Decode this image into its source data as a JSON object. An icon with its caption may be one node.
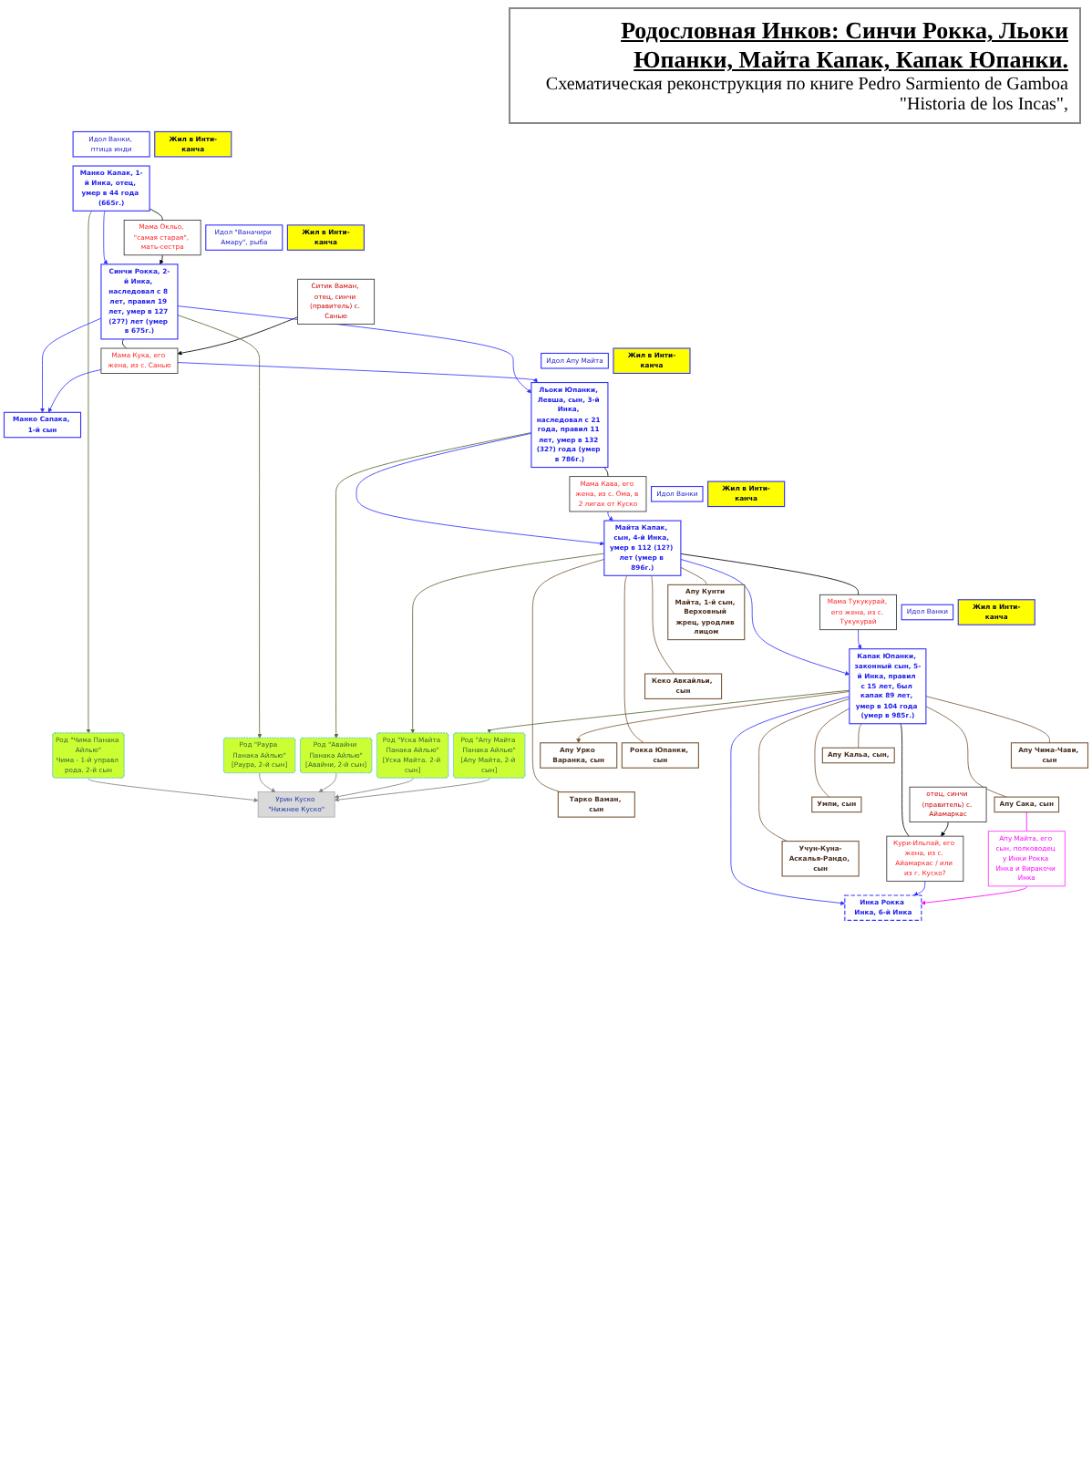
{
  "diagram": {
    "title": "Родословная Инков: Синчи Рокка, Льоки Юпанки, Майта Капак, Капак Юпанки.",
    "caption": "Схематическая реконструкция по книге Pedro Sarmiento de Gamboa \"Historia de los Incas\",",
    "nodes": [
      {
        "text": [
          "Урин Куско \"Нижнее Куско\""
        ]
      },
      {
        "text": [
          "Род \"Чима Панака Айлью\"",
          "Чима - 1-й управл рода. 2-й сын"
        ]
      },
      {
        "text": [
          "Идол Ванки, птица инди"
        ]
      },
      {
        "text": [
          "Жил в Инти-канча"
        ]
      },
      {
        "text": [
          "Манко Капак, 1-й Инка, отец, умер в 44 года (665г.)"
        ]
      },
      {
        "text": [
          "Мама Окльо, \"самая старая\", мать-сестра"
        ]
      },
      {
        "text": [
          "Идол \"Ваначири Амару\", рыба"
        ]
      },
      {
        "text": [
          "Род \"Раура Панака Айлью\"",
          "[Раура, 2-й сын]"
        ]
      },
      {
        "text": [
          "Жил в Инти-канча"
        ]
      },
      {
        "text": [
          "Синчи Рокка, 2-й Инка, наследовал с 8 лет, правил 19 лет, умер в 127 (27?) лет (умер в 675г.)"
        ]
      },
      {
        "text": [
          "Мама Кука, его жена, из с. Санью"
        ]
      },
      {
        "text": [
          "Ситик Ваман, отец, синчи (правитель) с. Санью"
        ]
      },
      {
        "text": [
          "Манко Сапака, 1-й сын"
        ]
      },
      {
        "text": [
          "Идол Апу Майта"
        ]
      },
      {
        "text": [
          "Род \"Авайни Панака Айлью\"",
          "[Авайни, 2-й сын]"
        ]
      },
      {
        "text": [
          "Жил в Инти-канча"
        ]
      },
      {
        "text": [
          "Льоки Юпанки, Левша, сын, 3-й Инка, наследовал с 21 года, правил 11 лет, умер в 132 (32?) года (умер в 786г.)"
        ]
      },
      {
        "text": [
          "Мама Кава, его жена, из с. Ома, в 2 лигах от Куско"
        ]
      },
      {
        "text": [
          "Идол Ванки"
        ]
      },
      {
        "text": [
          "Род \"Уска Майта Панака Айлью\"",
          "[Уска Майта. 2-й сын]"
        ]
      },
      {
        "text": [
          "Жил в Инти-канча"
        ]
      },
      {
        "text": [
          "Майта Капак, сын, 4-й Инка, умер в 112 (12?) лет (умер в 896г.)"
        ]
      },
      {
        "text": [
          "Мама Тукукурай, его жена, из с. Тукукурай"
        ]
      },
      {
        "text": [
          "Апу Кунти Майта, 1-й сын, Верховный жрец, уродлив лицом"
        ]
      },
      {
        "text": [
          "Кеко Авкайльи, сын"
        ]
      },
      {
        "text": [
          "Рокка Юпанки, сын"
        ]
      },
      {
        "text": [
          "Тарко Ваман, сын"
        ]
      },
      {
        "text": [
          "Идол Ванки"
        ]
      },
      {
        "text": [
          "Род \"Апу Майта Панака Айлью\"",
          "[Апу Майта, 2-й сын]"
        ]
      },
      {
        "text": [
          "Жил в Инти-канча"
        ]
      },
      {
        "text": [
          "Капак Юпанки, законный сын, 5-й Инка, правил с 15 лет, был капак 89 лет, умер в 104 года (умер в 985г.)"
        ]
      },
      {
        "text": [
          "отец, синчи (правитель) с. Айамаркас"
        ]
      },
      {
        "text": [
          "Кури-Ильпай, его жена, из с. Айамаркас / или из г. Куско?"
        ]
      },
      {
        "text": [
          "Апу Урко Варанка, сын"
        ]
      },
      {
        "text": [
          "Апу Кальа, сын,"
        ]
      },
      {
        "text": [
          "Умпи, сын"
        ]
      },
      {
        "text": [
          "Учун-Куна-Аскалья-Рандо, сын"
        ]
      },
      {
        "text": [
          "Апу Чима-Чави, сын"
        ]
      },
      {
        "text": [
          "Апу Сака, сын"
        ]
      },
      {
        "text": [
          "Инка Рокка Инка, 6-й Инка"
        ]
      },
      {
        "text": [
          "Апу Майта, его сын, полководец у Инки Рокка Инка и Виракочи Инка"
        ]
      }
    ],
    "edges": [
      {
        "from": 4,
        "to": 5,
        "arrow": "none",
        "color": "#000000"
      },
      {
        "from": 4,
        "to": 9,
        "arrow": "to"
      },
      {
        "from": 5,
        "to": 9,
        "arrow": "to",
        "color": "#000000"
      },
      {
        "from": 4,
        "to": 1,
        "arrow": "to",
        "color": "#556b2f"
      },
      {
        "from": 1,
        "to": 0,
        "arrow": "to",
        "color": "#808080"
      },
      {
        "from": 9,
        "to": 10,
        "arrow": "none",
        "color": "#000000"
      },
      {
        "from": 11,
        "to": 10,
        "arrow": "to",
        "color": "#000000"
      },
      {
        "from": 9,
        "to": 7,
        "arrow": "to",
        "color": "#556b2f"
      },
      {
        "from": 7,
        "to": 0,
        "arrow": "to",
        "color": "#808080"
      },
      {
        "from": 9,
        "to": 12,
        "arrow": "to"
      },
      {
        "from": 10,
        "to": 12,
        "arrow": "to"
      },
      {
        "from": 9,
        "to": 16,
        "arrow": "to"
      },
      {
        "from": 10,
        "to": 16,
        "arrow": "to"
      },
      {
        "from": 16,
        "to": 17,
        "arrow": "none",
        "color": "#000000"
      },
      {
        "from": 16,
        "to": 14,
        "arrow": "to",
        "color": "#556b2f"
      },
      {
        "from": 14,
        "to": 0,
        "arrow": "to",
        "color": "#808080"
      },
      {
        "from": 16,
        "to": 21,
        "arrow": "to"
      },
      {
        "from": 17,
        "to": 21,
        "arrow": "to"
      },
      {
        "from": 21,
        "to": 22,
        "arrow": "none",
        "color": "#000000"
      },
      {
        "from": 21,
        "to": 19,
        "arrow": "to",
        "color": "#556b2f"
      },
      {
        "from": 19,
        "to": 0,
        "arrow": "to",
        "color": "#808080"
      },
      {
        "from": 21,
        "to": 23,
        "arrow": "none",
        "color": "#7b5a3a"
      },
      {
        "from": 21,
        "to": 24,
        "arrow": "none",
        "color": "#7b5a3a"
      },
      {
        "from": 21,
        "to": 25,
        "arrow": "none",
        "color": "#7b5a3a"
      },
      {
        "from": 21,
        "to": 26,
        "arrow": "none",
        "color": "#7b5a3a"
      },
      {
        "from": 21,
        "to": 30,
        "arrow": "to"
      },
      {
        "from": 22,
        "to": 30,
        "arrow": "to"
      },
      {
        "from": 30,
        "to": 32,
        "arrow": "none",
        "color": "#000000"
      },
      {
        "from": 31,
        "to": 32,
        "arrow": "to",
        "color": "#000000"
      },
      {
        "from": 30,
        "to": 28,
        "arrow": "to",
        "color": "#556b2f"
      },
      {
        "from": 28,
        "to": 0,
        "arrow": "to",
        "color": "#808080"
      },
      {
        "from": 30,
        "to": 33,
        "arrow": "to",
        "color": "#7b5a3a"
      },
      {
        "from": 30,
        "to": 34,
        "arrow": "none",
        "color": "#7b5a3a"
      },
      {
        "from": 30,
        "to": 35,
        "arrow": "none",
        "color": "#7b5a3a"
      },
      {
        "from": 30,
        "to": 36,
        "arrow": "none",
        "color": "#7b5a3a"
      },
      {
        "from": 30,
        "to": 37,
        "arrow": "none",
        "color": "#7b5a3a"
      },
      {
        "from": 30,
        "to": 38,
        "arrow": "none",
        "color": "#7b5a3a"
      },
      {
        "from": 30,
        "to": 39,
        "arrow": "to"
      },
      {
        "from": 32,
        "to": 39,
        "arrow": "to"
      },
      {
        "from": 38,
        "to": 40,
        "arrow": "none",
        "color": "#ff00ff"
      },
      {
        "from": 40,
        "to": 39,
        "arrow": "to",
        "color": "#ff00ff"
      }
    ]
  }
}
